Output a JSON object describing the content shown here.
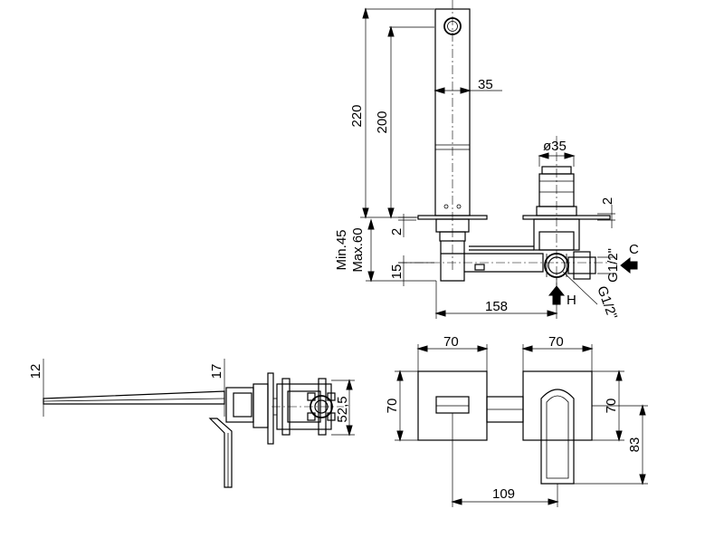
{
  "dimensions": {
    "d220": "220",
    "d200": "200",
    "d35": "35",
    "d_dia35": "ø35",
    "d2_top": "2",
    "d2_left": "2",
    "min45": "Min.45",
    "max60": "Max.60",
    "d15": "15",
    "d158": "158",
    "g12_right": "G1/2\"",
    "g12_diag": "G1/2\"",
    "label_c": "C",
    "label_h": "H",
    "d12": "12",
    "d17": "17",
    "d52_5": "52,5",
    "d70_top_left": "70",
    "d70_top_right": "70",
    "d70_left": "70",
    "d70_right": "70",
    "d83": "83",
    "d109": "109"
  }
}
